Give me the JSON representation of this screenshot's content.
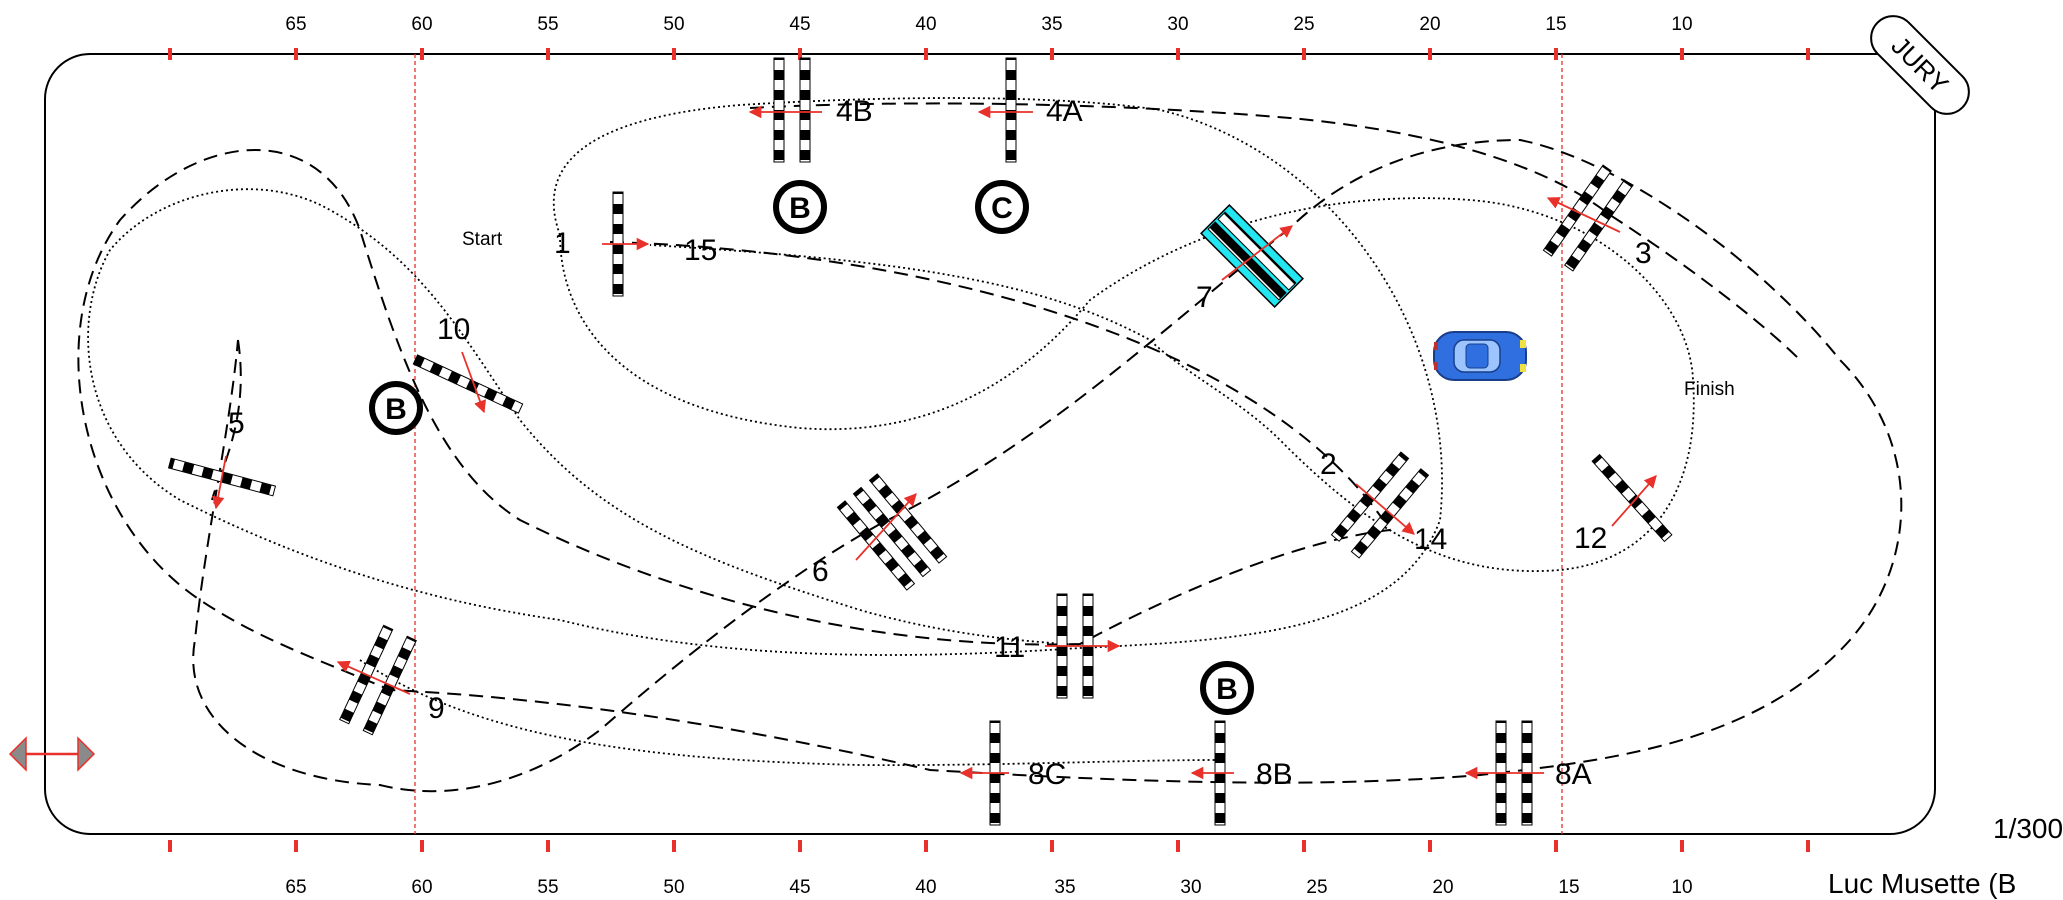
{
  "arena": {
    "ruler_marks": [
      "65",
      "60",
      "55",
      "50",
      "45",
      "40",
      "35",
      "30",
      "25",
      "20",
      "15",
      "10"
    ],
    "jury_label": "JURY",
    "start_label": "Start",
    "finish_label": "Finish",
    "scale": "1/300",
    "author": "Luc Musette (B"
  },
  "obstacles": [
    {
      "id": "1",
      "label": "1"
    },
    {
      "id": "2",
      "label": "2"
    },
    {
      "id": "3",
      "label": "3"
    },
    {
      "id": "4a",
      "label": "4A"
    },
    {
      "id": "4b",
      "label": "4B"
    },
    {
      "id": "5",
      "label": "5"
    },
    {
      "id": "6",
      "label": "6"
    },
    {
      "id": "7",
      "label": "7"
    },
    {
      "id": "8a",
      "label": "8A"
    },
    {
      "id": "8b",
      "label": "8B"
    },
    {
      "id": "8c",
      "label": "8C"
    },
    {
      "id": "9",
      "label": "9"
    },
    {
      "id": "10",
      "label": "10"
    },
    {
      "id": "11",
      "label": "11"
    },
    {
      "id": "12",
      "label": "12"
    },
    {
      "id": "14",
      "label": "14"
    },
    {
      "id": "15",
      "label": "15"
    }
  ],
  "markers": {
    "b": "B",
    "c": "C"
  },
  "colors": {
    "ruler_red": "#e8312a",
    "water_cyan": "#22e6f0",
    "car_blue": "#2f6fe0"
  },
  "icons": {
    "car": "car-icon",
    "gate": "gate-arrow-icon"
  }
}
